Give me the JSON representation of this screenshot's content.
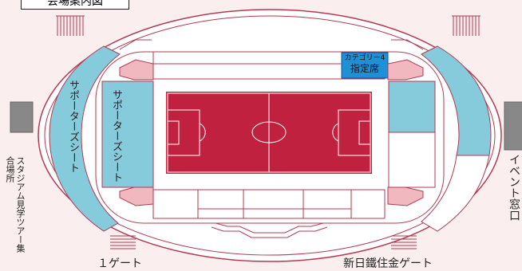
{
  "title": "会場案内図",
  "sections": {
    "left_stand": "サポーターズシート",
    "inner_left": "サポーターズシート",
    "category_line1": "カテゴリー4",
    "category_line2": "指定席"
  },
  "side_labels": {
    "left": "スタジアム見学ツアー集合場所",
    "right": "イベント窓口"
  },
  "gates": {
    "gate1": "１ゲート",
    "gate2": "新日鐵住金ゲート"
  },
  "colors": {
    "background": "#fbeeee",
    "stands": "#ffffff",
    "outline": "#b33a52",
    "pitch": "#c0213f",
    "supporters": "#86cbdb",
    "category": "#1f8fd6",
    "kiosk": "#888888",
    "ramp": "#f2b8c0"
  }
}
